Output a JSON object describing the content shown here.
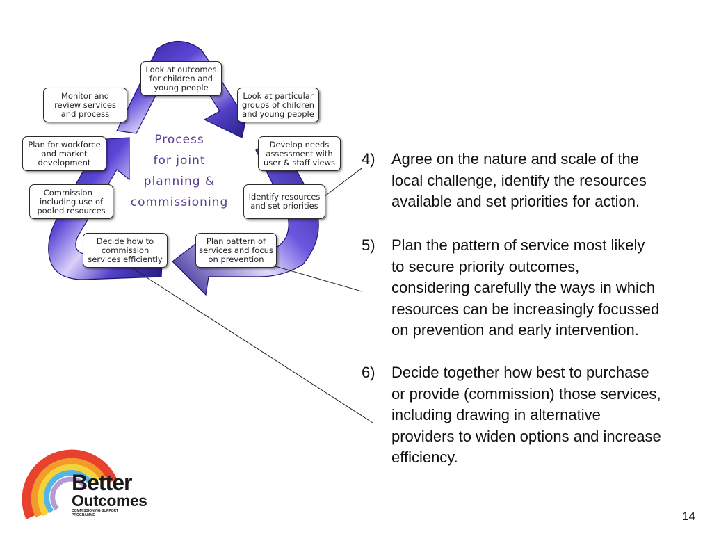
{
  "diagram": {
    "title": "Process\nfor joint\nplanning &\ncommissioning",
    "steps": [
      "Look at outcomes\nfor children and\nyoung people",
      "Look at particular\ngroups of children\nand young people",
      "Develop needs\nassessment with\nuser & staff views",
      "Identify resources\nand set priorities",
      "Plan pattern of\nservices and focus\non prevention",
      "Decide how to\ncommission\nservices efficiently",
      "Commission –\nincluding use of\npooled resources",
      "Plan for workforce\nand market\ndevelopment",
      "Monitor and\nreview services\nand process"
    ],
    "colors": {
      "arrow": "#4a38c0",
      "arrow_light": "#c7bdf3",
      "arrow_dark": "#1f1670",
      "title": "#5a3d92"
    }
  },
  "points": [
    {
      "number": "4)",
      "text": "Agree on the nature and scale of the\nlocal challenge, identify the resources\navailable and set priorities for action."
    },
    {
      "number": "5)",
      "text": "Plan the pattern of service most likely\nto secure priority outcomes,\nconsidering carefully the ways in which\nresources can be increasingly focussed\non prevention and early intervention."
    },
    {
      "number": "6)",
      "text": "Decide together how best to purchase\nor provide (commission) those services,\nincluding drawing in alternative\nproviders to widen options and increase\nefficiency."
    }
  ],
  "logo": {
    "line1": "Better",
    "line2": "Outcomes",
    "line3": "COMMISSIONING SUPPORT\nPROGRAMME",
    "icon": "rainbow-arc-icon",
    "colors": [
      "#e8422f",
      "#f39a2b",
      "#f4d23a",
      "#55b6e6",
      "#b59ad4"
    ]
  },
  "page_number": "14"
}
